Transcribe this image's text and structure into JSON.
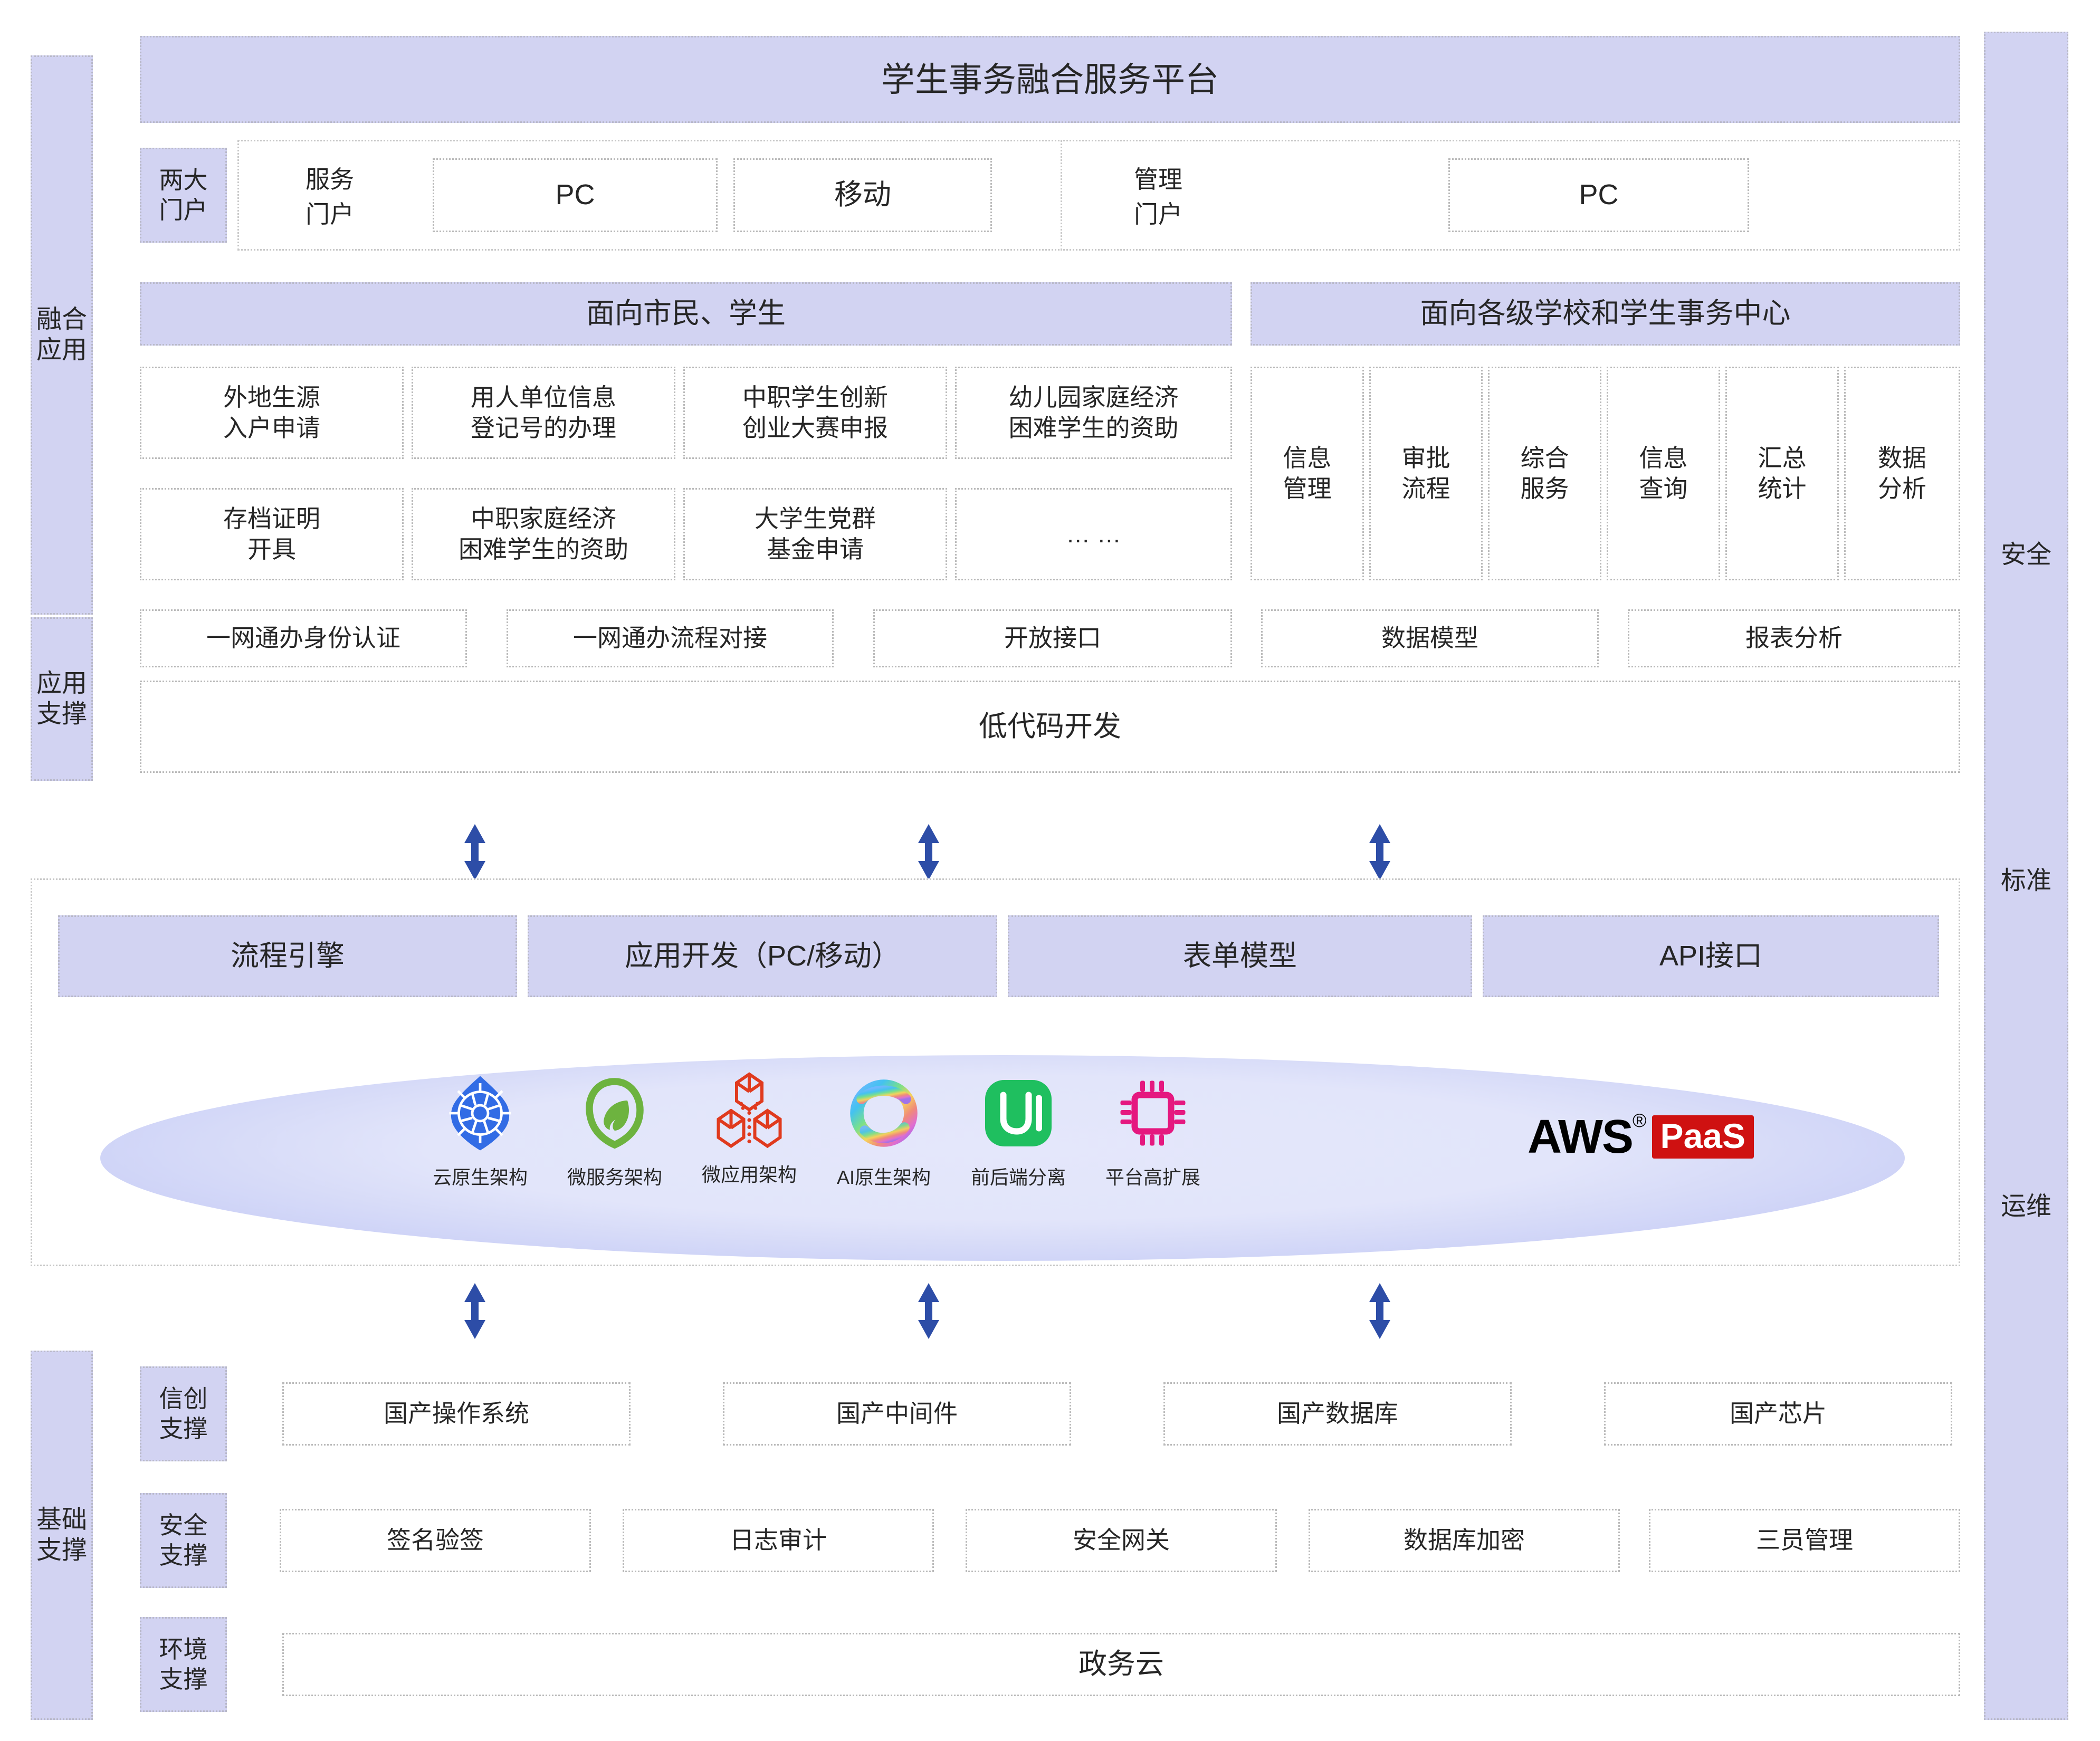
{
  "platform_title": "学生事务融合服务平台",
  "left_rail": [
    {
      "label": "融合\n应用"
    },
    {
      "label": "应用\n支撑"
    },
    {
      "label": "基础\n支撑"
    }
  ],
  "right_rail": [
    {
      "label": "安全"
    },
    {
      "label": "标准"
    },
    {
      "label": "运维"
    }
  ],
  "portals": {
    "group_label": "两大\n门户",
    "service_portal": {
      "label": "服务\n门户",
      "channels": [
        "PC",
        "移动"
      ]
    },
    "admin_portal": {
      "label": "管理\n门户",
      "channels": [
        "PC"
      ]
    }
  },
  "citizen": {
    "header": "面向市民、学生",
    "row1": [
      "外地生源\n入户申请",
      "用人单位信息\n登记号的办理",
      "中职学生创新\n创业大赛申报",
      "幼儿园家庭经济\n困难学生的资助"
    ],
    "row2": [
      "存档证明\n开具",
      "中职家庭经济\n困难学生的资助",
      "大学生党群\n基金申请",
      "… …"
    ]
  },
  "school": {
    "header": "面向各级学校和学生事务中心",
    "items": [
      "信息\n管理",
      "审批\n流程",
      "综合\n服务",
      "信息\n查询",
      "汇总\n统计",
      "数据\n分析"
    ]
  },
  "app_support": {
    "left_items": [
      "一网通办身份认证",
      "一网通办流程对接",
      "开放接口"
    ],
    "right_items": [
      "数据模型",
      "报表分析"
    ],
    "full_width_item": "低代码开发"
  },
  "platform_capabilities": [
    "流程引擎",
    "应用开发（PC/移动）",
    "表单模型",
    "API接口"
  ],
  "tech_icons": [
    {
      "name": "kubernetes-icon",
      "label": "云原生架构"
    },
    {
      "name": "spring-leaf-icon",
      "label": "微服务架构"
    },
    {
      "name": "micro-app-cube-icon",
      "label": "微应用架构"
    },
    {
      "name": "ai-ring-icon",
      "label": "AI原生架构"
    },
    {
      "name": "ui-badge-icon",
      "label": "前后端分离"
    },
    {
      "name": "chip-icon",
      "label": "平台高扩展"
    },
    {
      "name": "aws-paas-logo",
      "label": ""
    }
  ],
  "aws_logo": {
    "aws_text": "AWS",
    "reg_mark": "®",
    "paas_text": "PaaS"
  },
  "infrastructure": {
    "xinchuang": {
      "label": "信创\n支撑",
      "items": [
        "国产操作系统",
        "国产中间件",
        "国产数据库",
        "国产芯片"
      ]
    },
    "security": {
      "label": "安全\n支撑",
      "items": [
        "签名验签",
        "日志审计",
        "安全网关",
        "数据库加密",
        "三员管理"
      ]
    },
    "environment": {
      "label": "环境\n支撑",
      "items": [
        "政务云"
      ]
    }
  },
  "colors": {
    "lavender": "#d2d3f2",
    "arrow_blue": "#2d4da7",
    "k8s_blue": "#326ce5",
    "spring_green": "#6db33f",
    "micro_red": "#e03a1e",
    "ui_green": "#1fbf5f",
    "chip_pink": "#e5187f",
    "paas_red": "#cf1111",
    "dotted_gray": "#b9b9b9"
  }
}
